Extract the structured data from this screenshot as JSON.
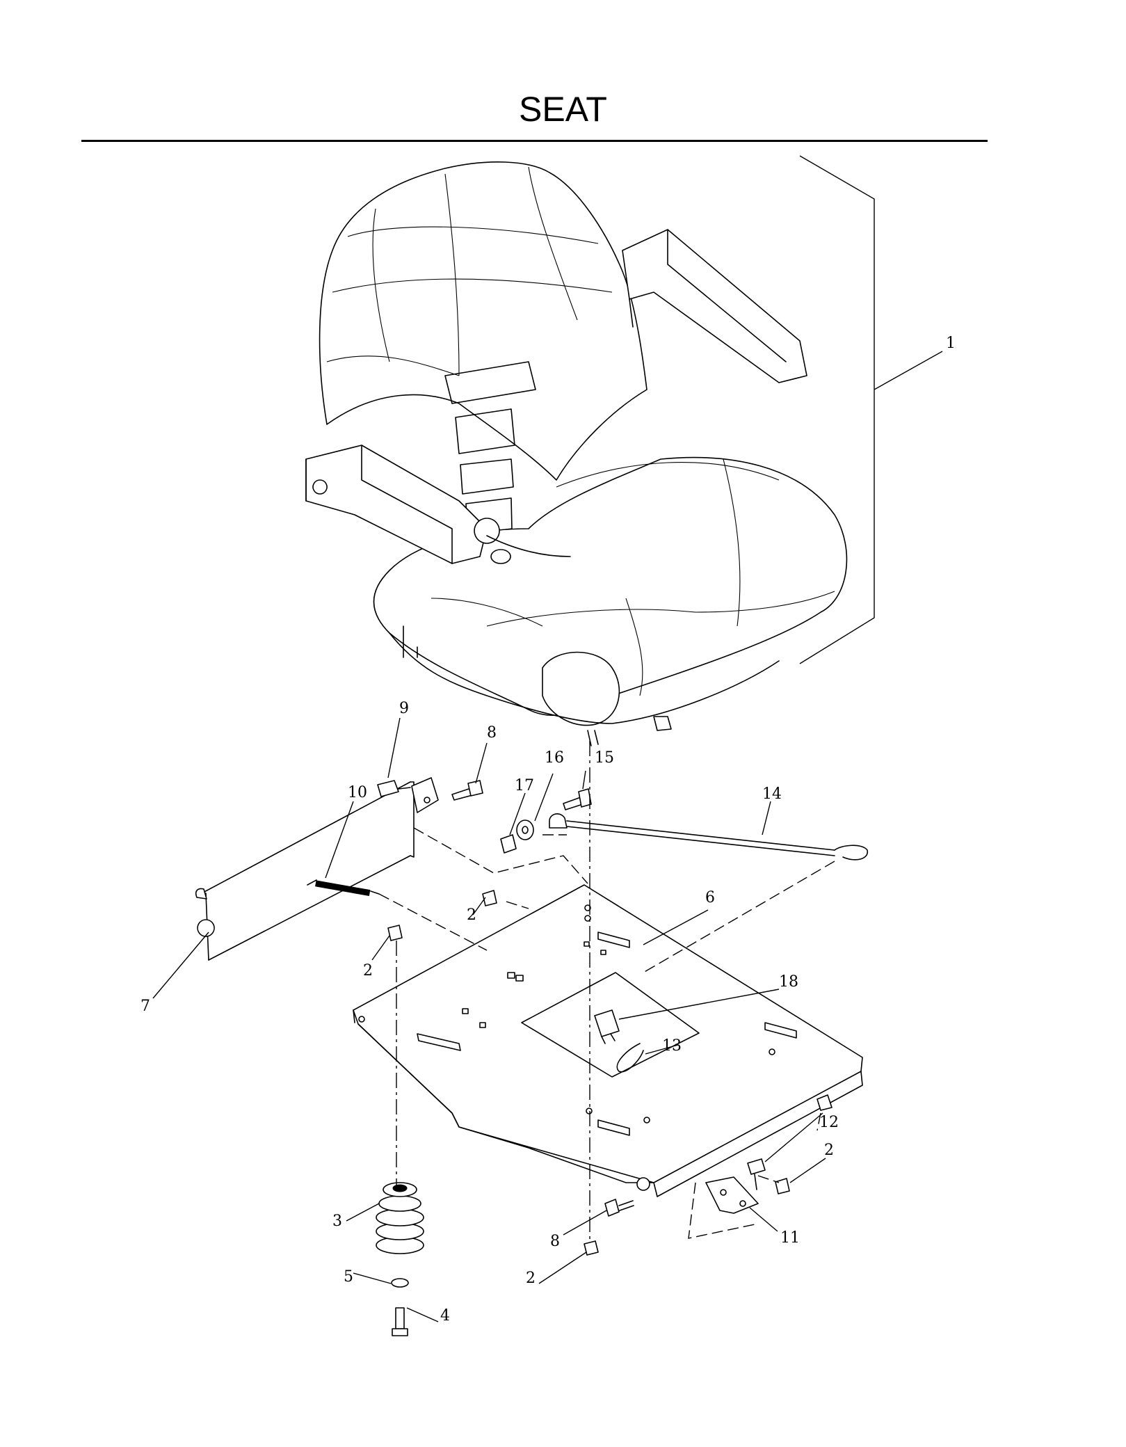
{
  "title": "SEAT",
  "callouts": [
    {
      "id": "c1",
      "label": "1"
    },
    {
      "id": "c2a",
      "label": "2"
    },
    {
      "id": "c2b",
      "label": "2"
    },
    {
      "id": "c2c",
      "label": "2"
    },
    {
      "id": "c2d",
      "label": "2"
    },
    {
      "id": "c3",
      "label": "3"
    },
    {
      "id": "c4",
      "label": "4"
    },
    {
      "id": "c5",
      "label": "5"
    },
    {
      "id": "c6",
      "label": "6"
    },
    {
      "id": "c7",
      "label": "7"
    },
    {
      "id": "c8a",
      "label": "8"
    },
    {
      "id": "c8b",
      "label": "8"
    },
    {
      "id": "c9",
      "label": "9"
    },
    {
      "id": "c10",
      "label": "10"
    },
    {
      "id": "c11",
      "label": "11"
    },
    {
      "id": "c12",
      "label": "12"
    },
    {
      "id": "c13",
      "label": "13"
    },
    {
      "id": "c14",
      "label": "14"
    },
    {
      "id": "c15",
      "label": "15"
    },
    {
      "id": "c16",
      "label": "16"
    },
    {
      "id": "c17",
      "label": "17"
    },
    {
      "id": "c18",
      "label": "18"
    }
  ]
}
